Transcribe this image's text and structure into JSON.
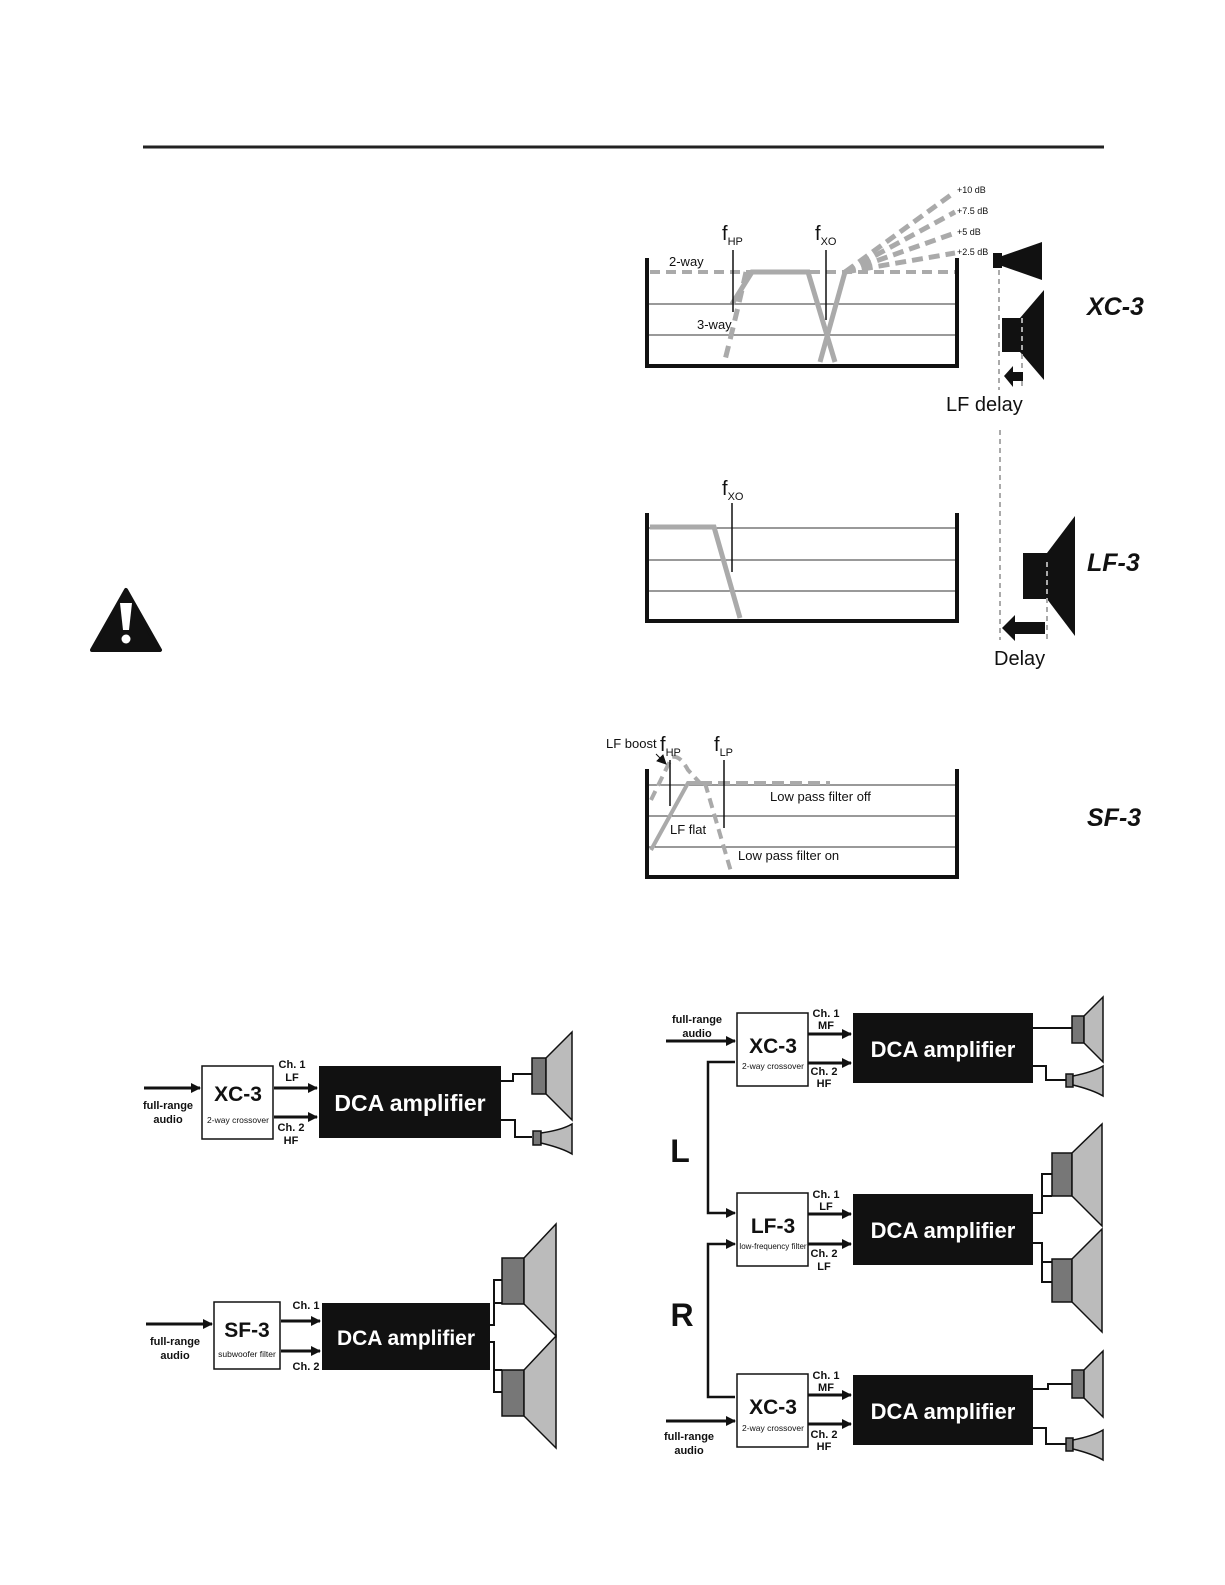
{
  "xc3_panel": {
    "title": "XC-3",
    "f_hp": "f",
    "f_hp_sub": "HP",
    "f_xo": "f",
    "f_xo_sub": "XO",
    "two_way": "2-way",
    "three_way": "3-way",
    "db_levels": [
      "+10 dB",
      "+7.5 dB",
      "+5 dB",
      "+2.5 dB"
    ],
    "lf_delay": "LF delay"
  },
  "lf3_panel": {
    "title": "LF-3",
    "f_xo": "f",
    "f_xo_sub": "XO",
    "delay": "Delay"
  },
  "sf3_panel": {
    "title": "SF-3",
    "lf_boost": "LF boost",
    "f_hp": "f",
    "f_hp_sub": "HP",
    "f_lp": "f",
    "f_lp_sub": "LP",
    "lp_off": "Low pass filter off",
    "lf_flat": "LF flat",
    "lp_on": "Low pass filter on"
  },
  "block_a": {
    "input": [
      "full-range",
      "audio"
    ],
    "module": "XC-3",
    "module_sub": "2-way crossover",
    "ch1": [
      "Ch. 1",
      "LF"
    ],
    "ch2": [
      "Ch. 2",
      "HF"
    ],
    "amp": "DCA amplifier"
  },
  "block_b": {
    "input": [
      "full-range",
      "audio"
    ],
    "module": "SF-3",
    "module_sub": "subwoofer  filter",
    "ch1": [
      "Ch. 1"
    ],
    "ch2": [
      "Ch. 2"
    ],
    "amp": "DCA amplifier"
  },
  "block_c": {
    "input_top": [
      "full-range",
      "audio"
    ],
    "input_bottom": [
      "full-range",
      "audio"
    ],
    "label_l": "L",
    "label_r": "R",
    "top": {
      "module": "XC-3",
      "module_sub": "2-way crossover",
      "ch1": [
        "Ch. 1",
        "MF"
      ],
      "ch2": [
        "Ch. 2",
        "HF"
      ],
      "amp": "DCA amplifier"
    },
    "mid": {
      "module": "LF-3",
      "module_sub": "low-frequency filter",
      "ch1": [
        "Ch. 1",
        "LF"
      ],
      "ch2": [
        "Ch. 2",
        "LF"
      ],
      "amp": "DCA amplifier"
    },
    "bot": {
      "module": "XC-3",
      "module_sub": "2-way crossover",
      "ch1": [
        "Ch. 1",
        "MF"
      ],
      "ch2": [
        "Ch. 2",
        "HF"
      ],
      "amp": "DCA amplifier"
    }
  }
}
